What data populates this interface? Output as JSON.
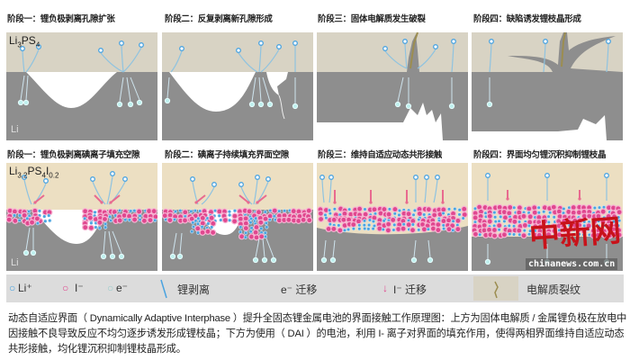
{
  "top_row": {
    "titles": [
      "阶段一：锂负极剥离孔隙扩张",
      "阶段二：反复剥离新孔隙形成",
      "阶段三：固体电解质发生破裂",
      "阶段四：缺陷诱发锂枝晶形成"
    ],
    "electrolyte": {
      "a": "Li",
      "b": "3",
      "c": "PS",
      "d": "4"
    },
    "anode_label": "Li"
  },
  "bottom_row": {
    "titles": [
      "阶段一：锂负极剥离碘离子填充空隙",
      "阶段二：碘离子持续填充界面空隙",
      "阶段三：维持自适应动态共形接触",
      "阶段四：界面均匀锂沉积抑制锂枝晶"
    ],
    "electrolyte": {
      "a": "Li",
      "b": "3.2",
      "c": "PS",
      "d": "4",
      "e": "I",
      "f": "0.2"
    },
    "anode_label": "Li"
  },
  "legend": {
    "li_ion": "Li⁺",
    "iodide": "I⁻",
    "electron": "e⁻",
    "stripping": "锂剥离",
    "e_migration": "e⁻ 迁移",
    "i_migration": "I⁻ 迁移",
    "crack": "电解质裂纹"
  },
  "caption": "动态自适应界面（ Dynamically Adaptive Interphase ）提升全固态锂金属电池的界面接触工作原理图：上方为固体电解质 / 金属锂负极在放电中因接触不良导致反应不均匀逐步诱发形成锂枝晶；下方为使用（ DAI ）的电池，利用 I- 离子对界面的填充作用，使得两相界面维持自适应动态共形接触，均化锂沉积抑制锂枝晶形成。",
  "watermark": {
    "logo": "中新网",
    "site": "chinanews.com.cn"
  },
  "colors": {
    "electrolyte_top": "#d8d3c4",
    "electrolyte_bottom": "#ecdfc2",
    "lithium": "#8e8e8e",
    "li_ion": "#4aa3e0",
    "iodide": "#e0488f",
    "legend_bg": "#dcdcdc"
  }
}
